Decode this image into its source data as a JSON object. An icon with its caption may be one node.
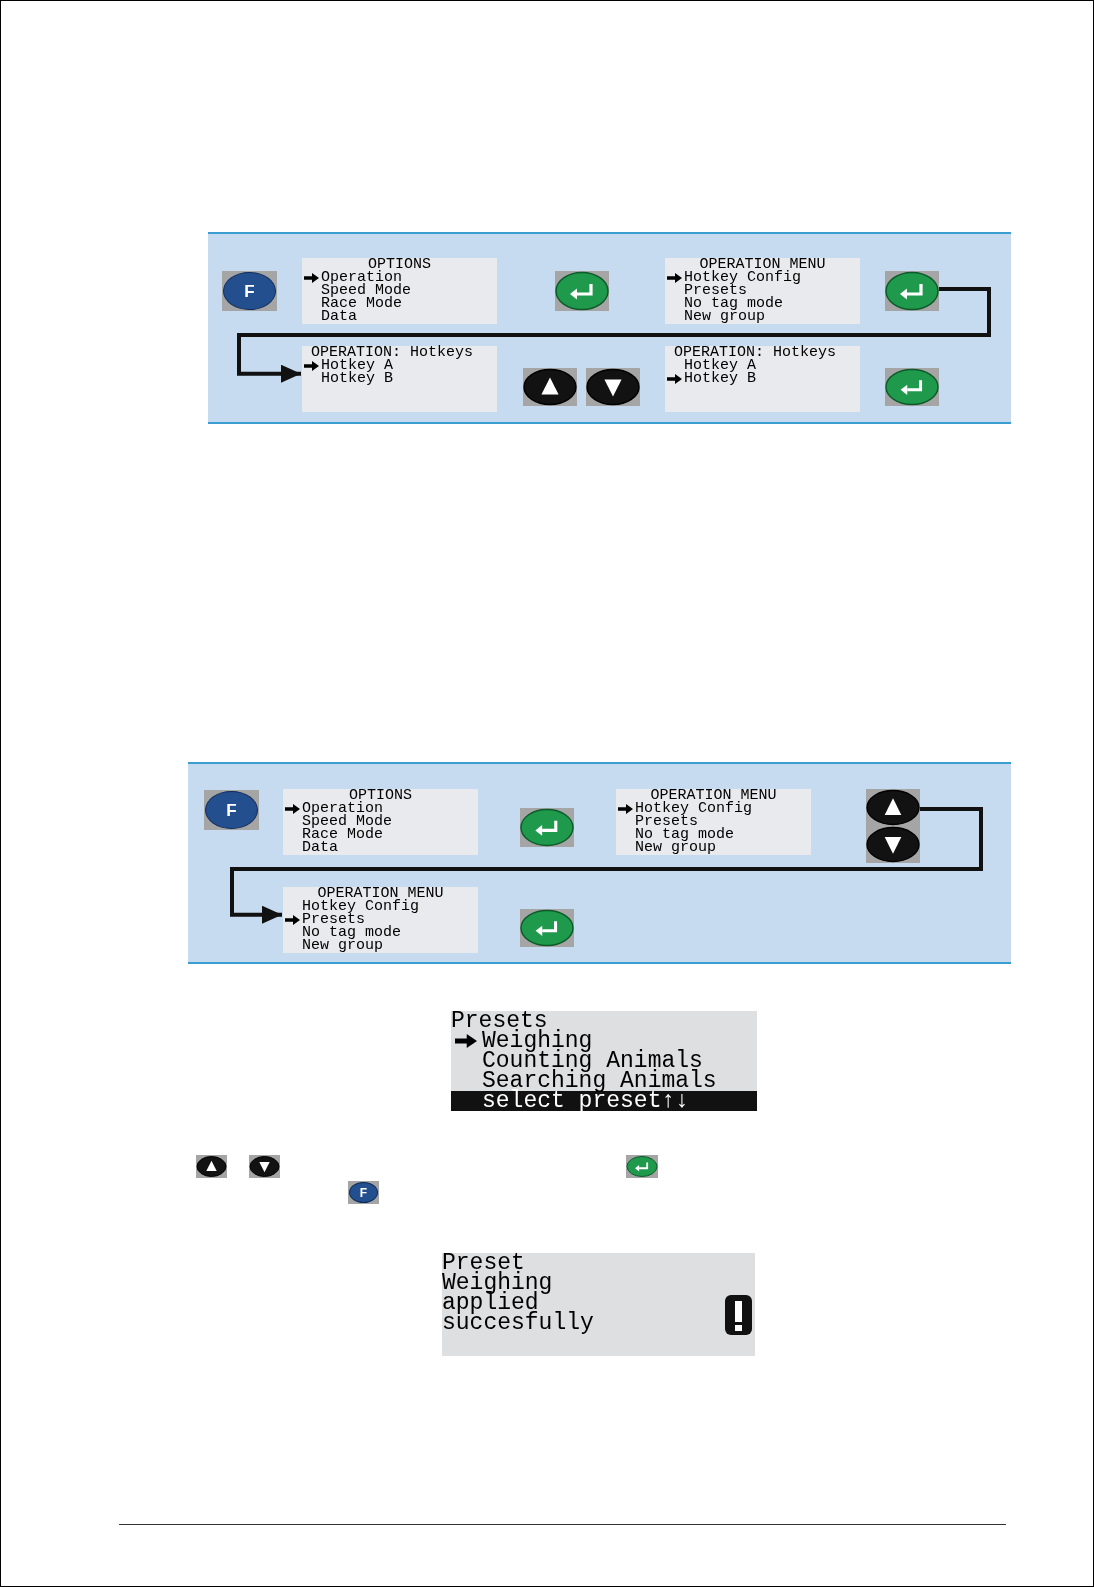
{
  "diagram": {
    "nodes": [
      {
        "text": [],
        "shape": "band"
      },
      {
        "text": [
          "F"
        ],
        "in": 0
      },
      {
        "text": [
          "OPTIONS",
          "Operation",
          "Speed Mode",
          "Race Mode",
          "Data"
        ],
        "in": 0
      },
      {
        "text": [],
        "shape": "picture",
        "in": 0
      },
      {
        "text": [
          "OPERATION MENU",
          "Hotkey Config",
          "Presets",
          "No tag mode",
          "New group"
        ],
        "in": 0
      },
      {
        "text": [],
        "shape": "picture",
        "in": 0
      },
      {
        "text": [
          "OPERATION: Hotkeys",
          "Hotkey A",
          "Hotkey B"
        ],
        "in": 0
      },
      {
        "text": [],
        "shape": "picture",
        "in": 0
      },
      {
        "text": [],
        "shape": "picture",
        "in": 0
      },
      {
        "text": [
          "OPERATION: Hotkeys",
          "Hotkey A",
          "Hotkey B"
        ],
        "in": 0
      },
      {
        "text": [],
        "shape": "picture",
        "in": 0
      },
      {
        "text": [],
        "shape": "band"
      },
      {
        "text": [
          "F"
        ],
        "in": 11
      },
      {
        "text": [
          "OPTIONS",
          "Operation",
          "Speed Mode",
          "Race Mode",
          "Data"
        ],
        "in": 11
      },
      {
        "text": [],
        "shape": "picture",
        "in": 11
      },
      {
        "text": [
          "OPERATION MENU",
          "Hotkey Config",
          "Presets",
          "No tag mode",
          "New group"
        ],
        "in": 11
      },
      {
        "text": [],
        "shape": "picture",
        "in": 11
      },
      {
        "text": [
          "OPERATION MENU",
          "Hotkey Config",
          "Presets",
          "No tag mode",
          "New group"
        ],
        "in": 11
      },
      {
        "text": [],
        "shape": "picture",
        "in": 11
      },
      {
        "text": [
          "Presets",
          "Weighing",
          "Counting Animals",
          "Searching Animals",
          "select preset↑↓"
        ]
      },
      {
        "text": [],
        "shape": "picture"
      },
      {
        "text": [],
        "shape": "picture"
      },
      {
        "text": [],
        "shape": "picture"
      },
      {
        "text": [
          "F"
        ]
      },
      {
        "text": [
          "Preset Weighing applied succesfully"
        ]
      }
    ],
    "edges": [
      {
        "from": 5,
        "to": 6,
        "arrow": "to"
      },
      {
        "from": 16,
        "to": 17,
        "arrow": "to"
      }
    ]
  }
}
